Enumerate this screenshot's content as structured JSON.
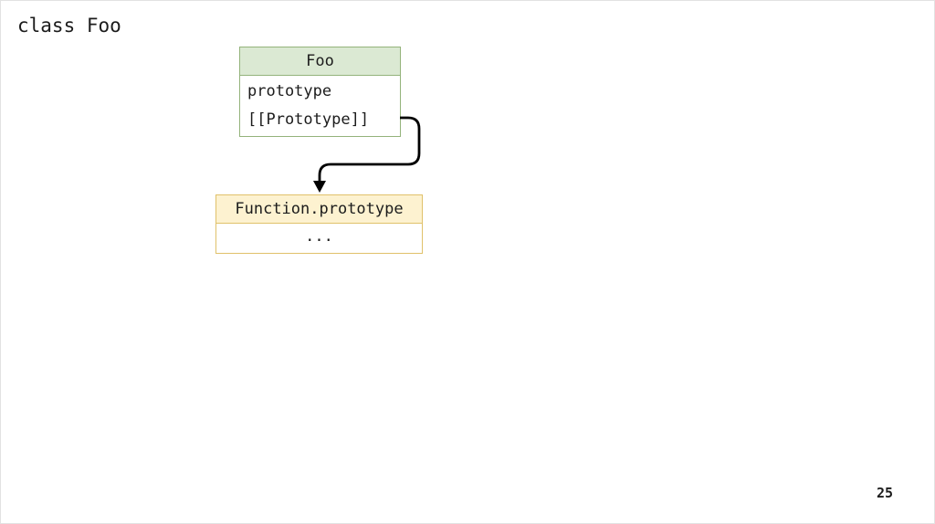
{
  "slide": {
    "title": "class Foo",
    "page_number": "25"
  },
  "diagram": {
    "foo_box": {
      "header": "Foo",
      "rows": [
        "prototype",
        "[[Prototype]]"
      ]
    },
    "function_prototype_box": {
      "header": "Function.prototype",
      "rows": [
        "..."
      ]
    },
    "arrow": {
      "from": "Foo [[Prototype]]",
      "to": "Function.prototype"
    }
  },
  "colors": {
    "foo-header-bg": "#dbe9d3",
    "foo-border": "#94b37b",
    "fp-header-bg": "#fdf2d0",
    "fp-border": "#e0c16a",
    "text": "#1c1c1c",
    "arrow": "#000000"
  }
}
